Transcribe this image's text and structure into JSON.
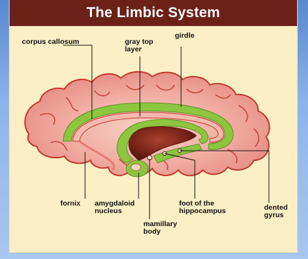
{
  "title": "The Limbic System",
  "labels": {
    "corpus_callosum": "corpus callosum",
    "gray_top_layer_1": "gray top",
    "gray_top_layer_2": "layer",
    "girdle": "girdle",
    "fornix": "fornix",
    "amygdaloid_1": "amygdaloid",
    "amygdaloid_2": "nucleus",
    "mamillary_1": "mamillary",
    "mamillary_2": "body",
    "foot_hippocampus_1": "foot of the",
    "foot_hippocampus_2": "hippocampus",
    "dented_gyrus_1": "dented",
    "dented_gyrus_2": "gyrus"
  },
  "colors": {
    "title_bar": "#6b2018",
    "panel": "#fcefc6",
    "brain_fill": "#f1a69c",
    "brain_outline": "#c0392b",
    "green_band": "#8cc63f",
    "dark_cavity": "#6d1f14"
  }
}
